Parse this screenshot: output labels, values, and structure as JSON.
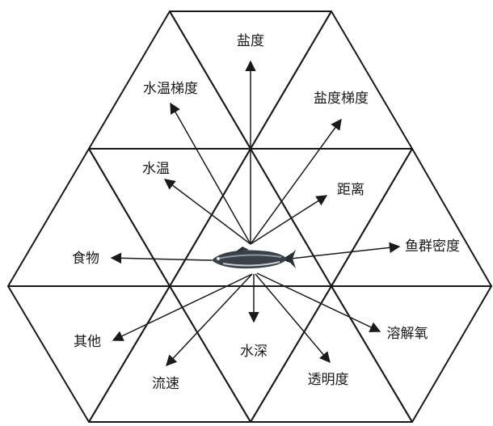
{
  "center": {
    "name": "fish"
  },
  "factors": [
    {
      "id": "salinity",
      "label": "盐度"
    },
    {
      "id": "water-temp-gradient",
      "label": "水温梯度"
    },
    {
      "id": "salinity-gradient",
      "label": "盐度梯度"
    },
    {
      "id": "water-temp",
      "label": "水温"
    },
    {
      "id": "distance",
      "label": "距离"
    },
    {
      "id": "food",
      "label": "食物"
    },
    {
      "id": "school-density",
      "label": "鱼群密度"
    },
    {
      "id": "other",
      "label": "其他"
    },
    {
      "id": "dissolved-oxygen",
      "label": "溶解氧"
    },
    {
      "id": "water-depth",
      "label": "水深"
    },
    {
      "id": "flow-speed",
      "label": "流速"
    },
    {
      "id": "transparency",
      "label": "透明度"
    }
  ],
  "colors": {
    "ink": "#1a1a1a",
    "background": "#ffffff"
  }
}
